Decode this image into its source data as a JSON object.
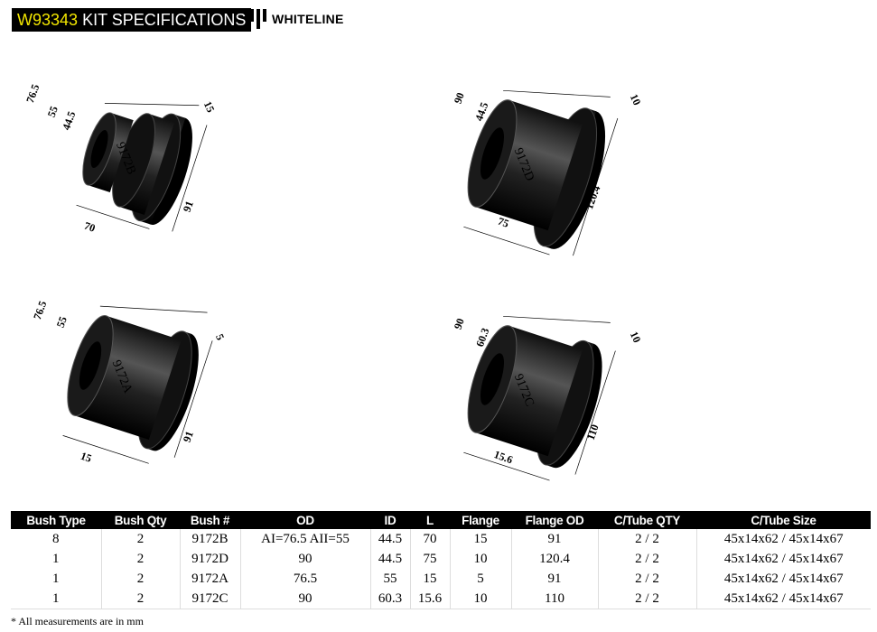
{
  "header": {
    "kit_code": "W93343",
    "title": "KIT SPECIFICATIONS",
    "brand": "WHITELINE"
  },
  "drawings": [
    {
      "part": "9172B",
      "dims": [
        "76.5",
        "55",
        "44.5",
        "15",
        "70",
        "91"
      ]
    },
    {
      "part": "9172D",
      "dims": [
        "90",
        "44.5",
        "10",
        "75",
        "120.4"
      ]
    },
    {
      "part": "9172A",
      "dims": [
        "76.5",
        "55",
        "5",
        "15",
        "91"
      ]
    },
    {
      "part": "9172C",
      "dims": [
        "90",
        "60.3",
        "10",
        "15.6",
        "110"
      ]
    }
  ],
  "table": {
    "headers": [
      "Bush Type",
      "Bush Qty",
      "Bush #",
      "OD",
      "ID",
      "L",
      "Flange",
      "Flange OD",
      "C/Tube QTY",
      "C/Tube Size"
    ],
    "rows": [
      [
        "8",
        "2",
        "9172B",
        "AI=76.5 AII=55",
        "44.5",
        "70",
        "15",
        "91",
        "2 / 2",
        "45x14x62 / 45x14x67"
      ],
      [
        "1",
        "2",
        "9172D",
        "90",
        "44.5",
        "75",
        "10",
        "120.4",
        "2 / 2",
        "45x14x62 / 45x14x67"
      ],
      [
        "1",
        "2",
        "9172A",
        "76.5",
        "55",
        "15",
        "5",
        "91",
        "2 / 2",
        "45x14x62 / 45x14x67"
      ],
      [
        "1",
        "2",
        "9172C",
        "90",
        "60.3",
        "15.6",
        "10",
        "110",
        "2 / 2",
        "45x14x62 / 45x14x67"
      ]
    ]
  },
  "footnote": "* All measurements are in mm"
}
